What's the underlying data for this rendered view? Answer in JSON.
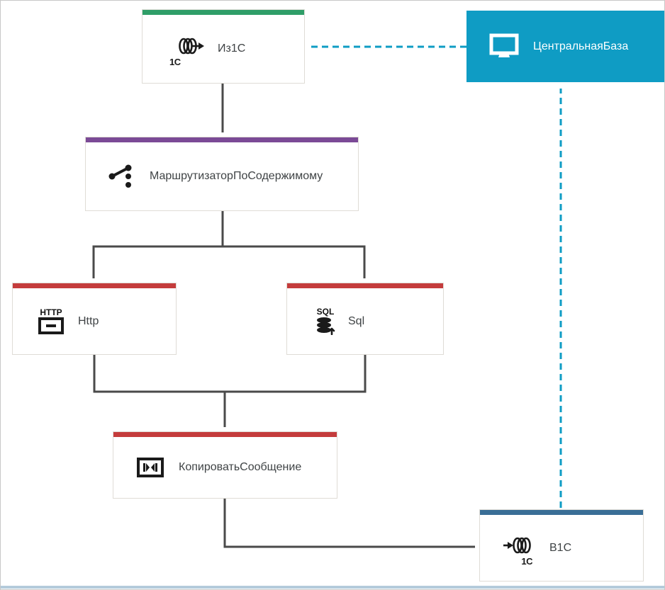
{
  "diagram": {
    "colors": {
      "green": "#2f9e68",
      "purple": "#7b4a96",
      "red": "#c43c3c",
      "steel_blue": "#3a6e96",
      "teal": "#0f9cc4",
      "edge_gray": "#4a4a4a",
      "node_border": "#dfdcd6",
      "label_text": "#3f4345",
      "footer_strip": "#b4cbdb"
    },
    "nodes": {
      "iz1c": {
        "label": "Из1С",
        "badge": "1С"
      },
      "central_base": {
        "label": "ЦентральнаяБаза"
      },
      "router": {
        "label": "МаршрутизаторПоСодержимому"
      },
      "http": {
        "label": "Http",
        "icon_caption": "HTTP"
      },
      "sql": {
        "label": "Sql",
        "icon_caption": "SQL"
      },
      "copy_message": {
        "label": "КопироватьСообщение"
      },
      "v1c": {
        "label": "В1С",
        "badge": "1С"
      }
    }
  }
}
